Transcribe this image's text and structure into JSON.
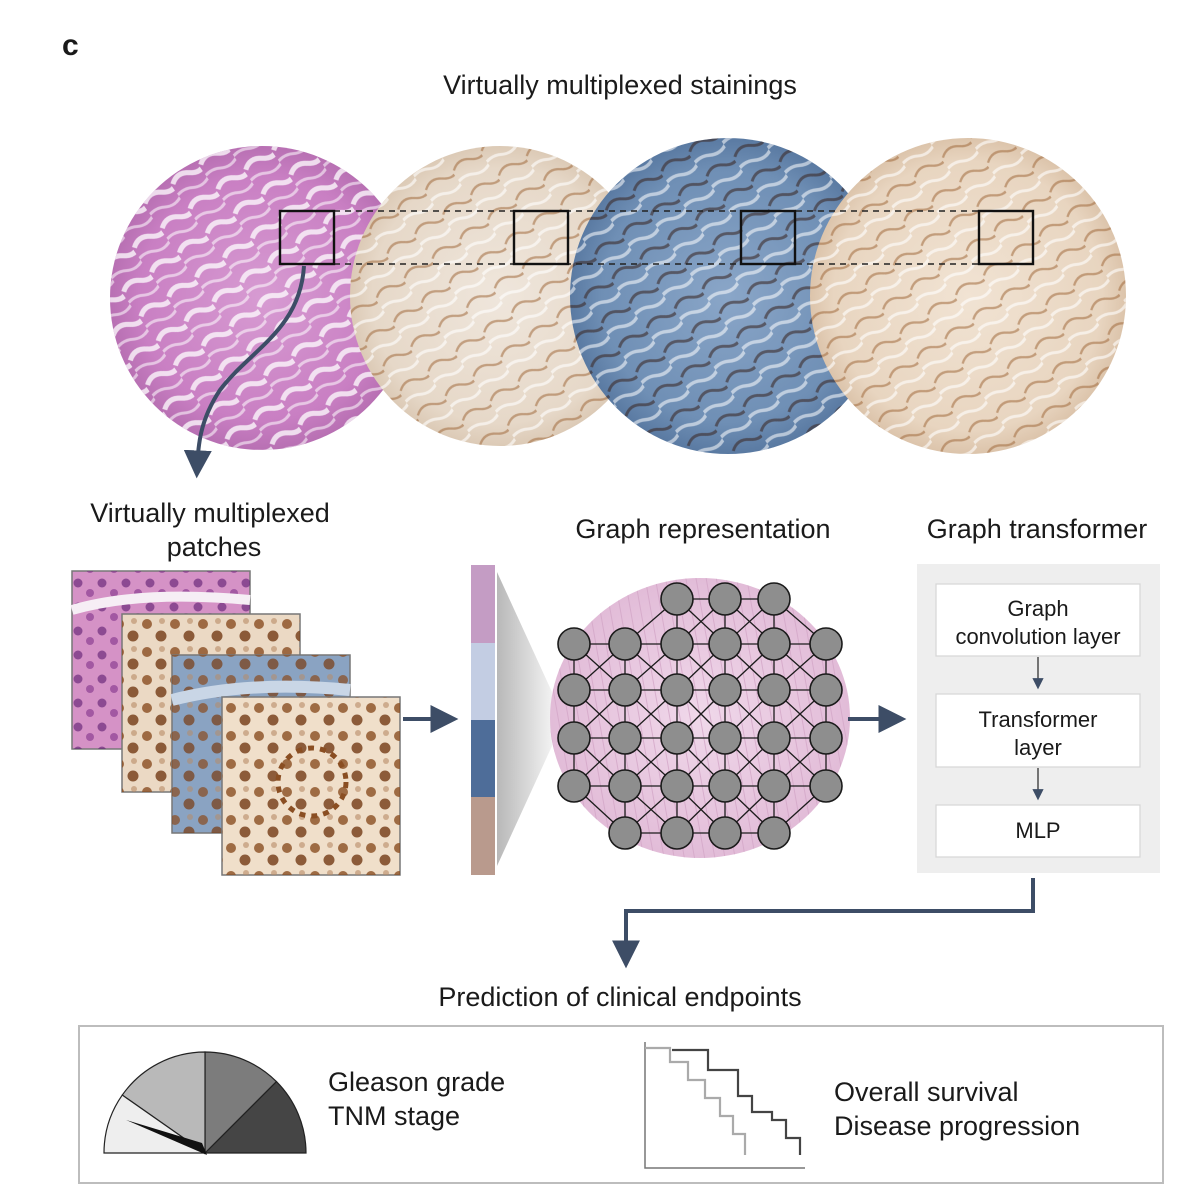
{
  "panel_label": "c",
  "titles": {
    "stainings": "Virtually multiplexed stainings",
    "patches_line1": "Virtually multiplexed",
    "patches_line2": "patches",
    "graph_representation": "Graph representation",
    "graph_transformer": "Graph transformer",
    "prediction": "Prediction of clinical endpoints"
  },
  "transformer_blocks": {
    "gcn_line1": "Graph",
    "gcn_line2": "convolution layer",
    "transformer_line1": "Transformer",
    "transformer_line2": "layer",
    "mlp": "MLP"
  },
  "endpoints": {
    "grade": "Gleason grade",
    "stage": "TNM stage",
    "survival": "Overall survival",
    "progression": "Disease progression"
  },
  "stain_colors": [
    "#c97fc3",
    "#e9dccd",
    "#6f8fb5",
    "#e8d5c0"
  ],
  "embedding_colors": [
    "#c49cc4",
    "#c3cde3",
    "#4e6d99",
    "#b99a8d"
  ],
  "gauge_shades": [
    "#eeeeee",
    "#b9b9b9",
    "#7c7c7c",
    "#454545"
  ],
  "accent_arrow": "#3d4d66"
}
